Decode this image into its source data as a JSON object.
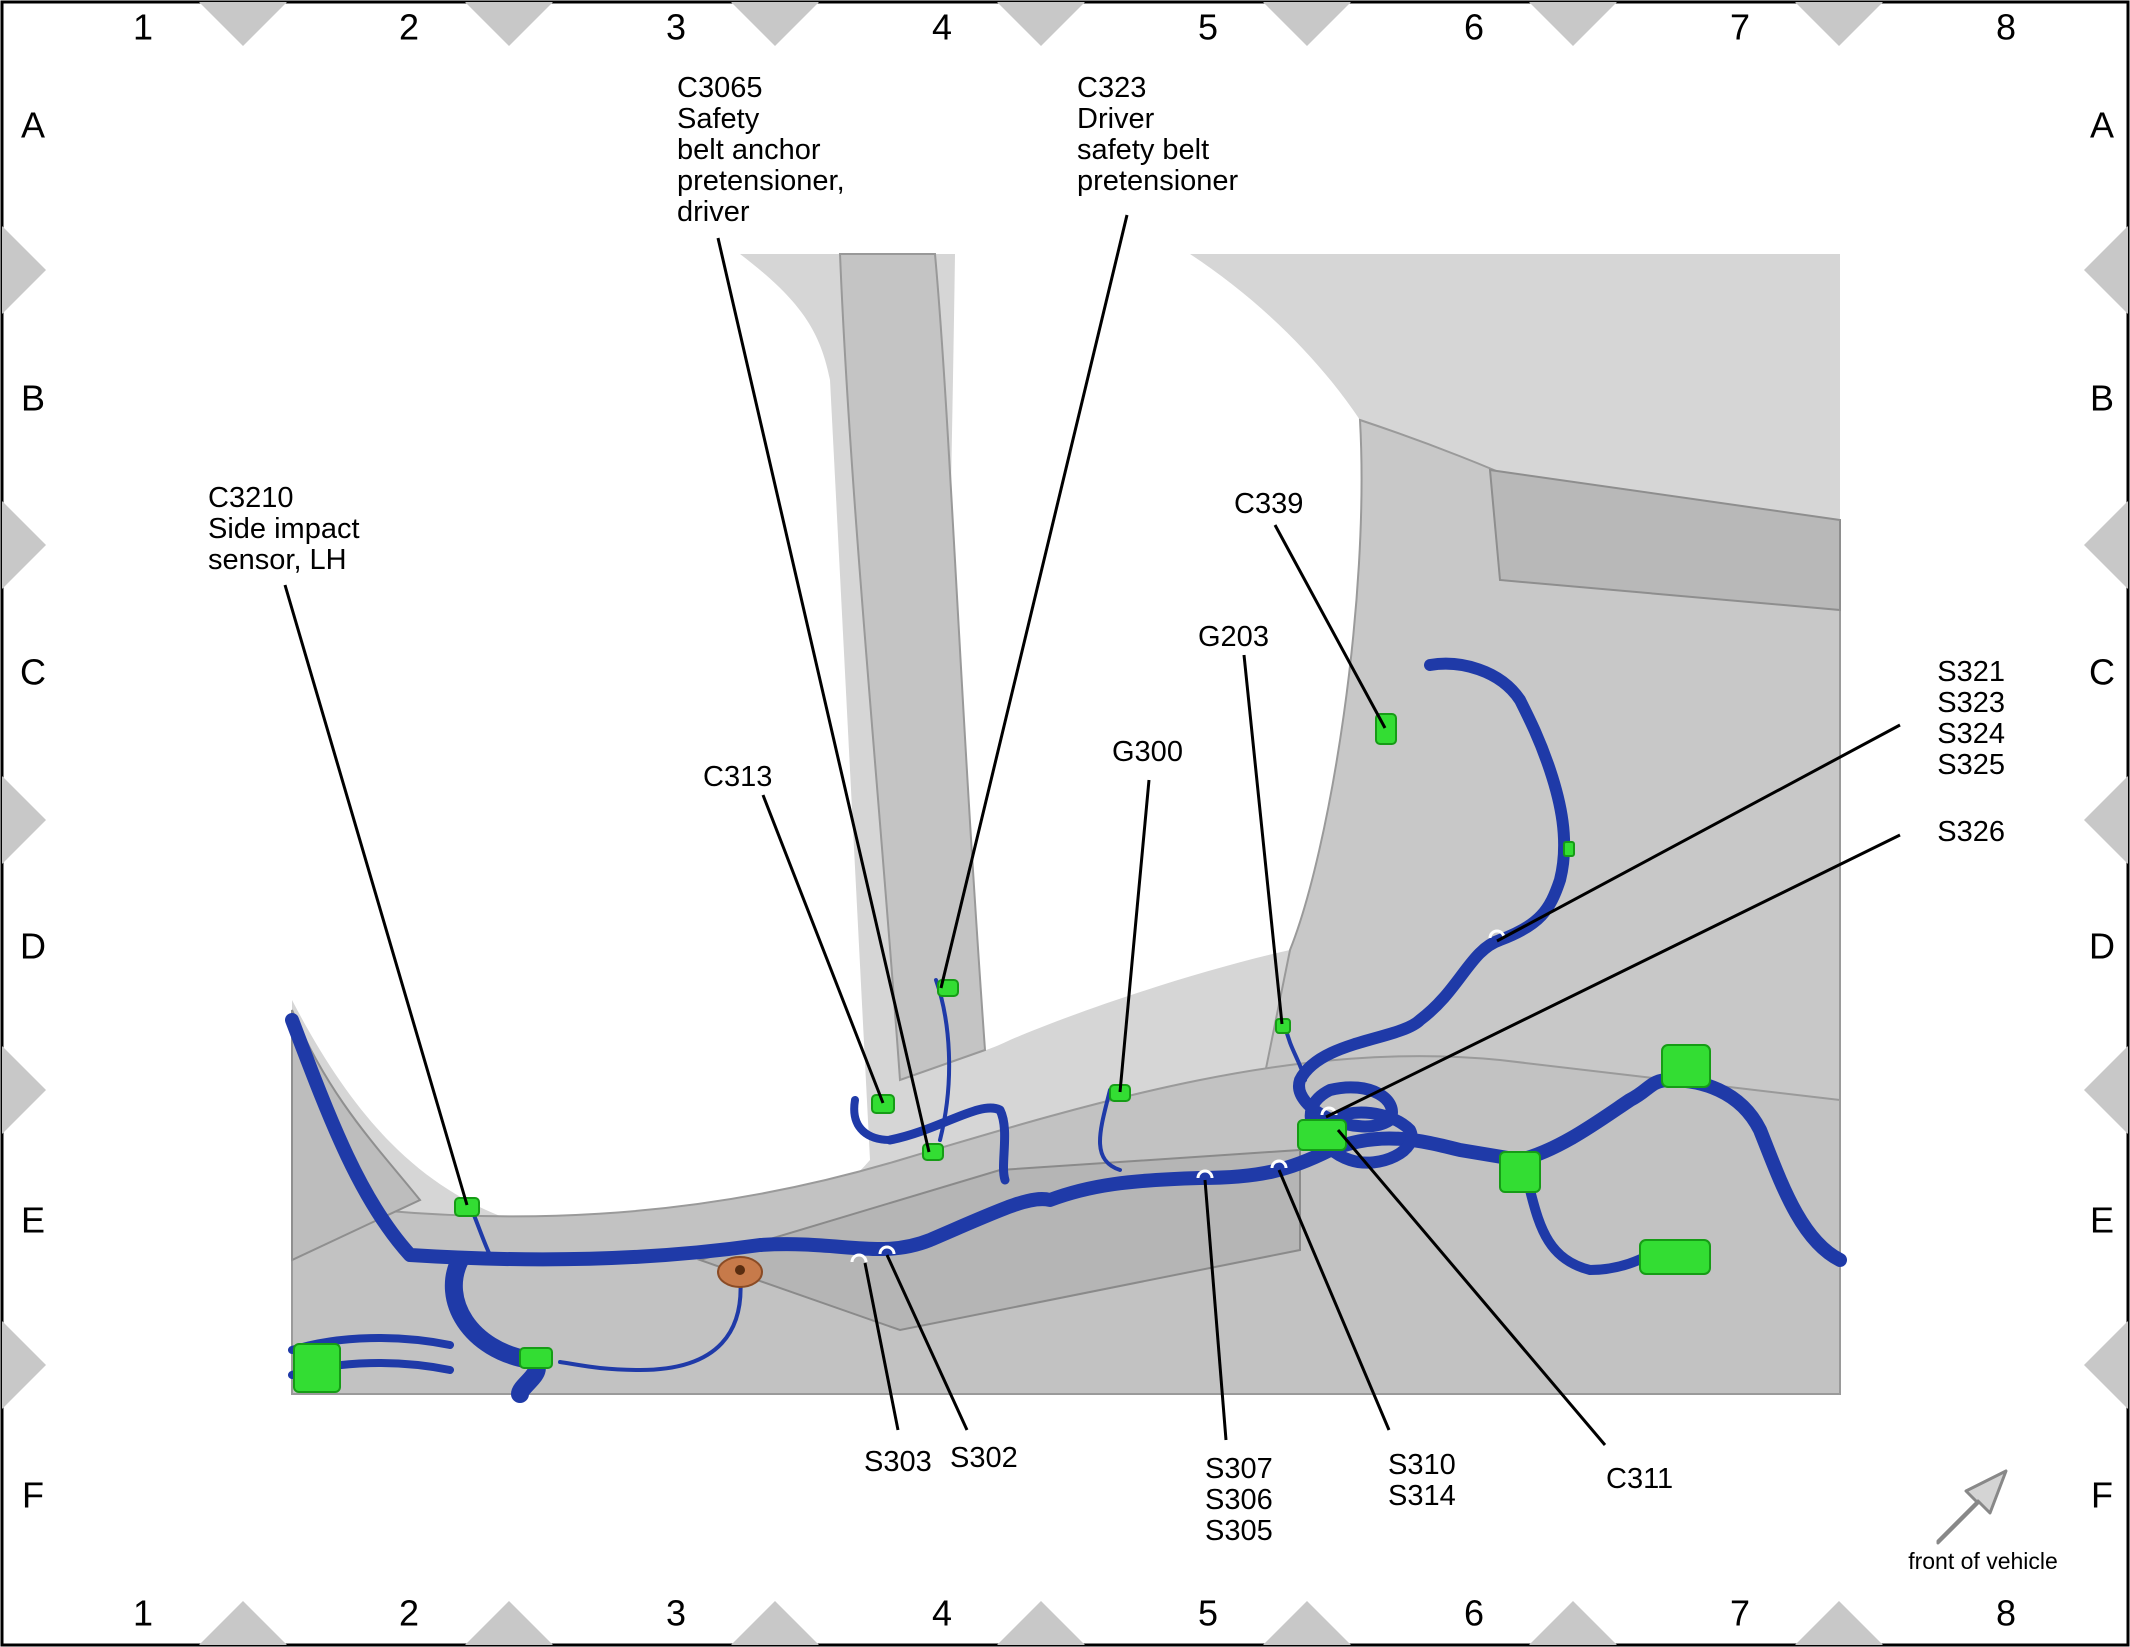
{
  "grid": {
    "columns": [
      "1",
      "2",
      "3",
      "4",
      "5",
      "6",
      "7",
      "8"
    ],
    "rows": [
      "A",
      "B",
      "C",
      "D",
      "E",
      "F"
    ]
  },
  "colors": {
    "harness": "#1f3aa8",
    "connector": "#33dd33",
    "ground_lug": "#c77a4a",
    "body_panel": "#d4d4d4",
    "grid_marker": "#c8c8c8"
  },
  "callouts": {
    "c3210": [
      "C3210",
      "Side impact",
      "sensor, LH"
    ],
    "c3065": [
      "C3065",
      "Safety",
      "belt anchor",
      "pretensioner,",
      "driver"
    ],
    "c323": [
      "C323",
      "Driver",
      "safety belt",
      "pretensioner"
    ],
    "c339": [
      "C339"
    ],
    "g203": [
      "G203"
    ],
    "c313": [
      "C313"
    ],
    "g300": [
      "G300"
    ],
    "s321_group": [
      "S321",
      "S323",
      "S324",
      "S325"
    ],
    "s326": [
      "S326"
    ],
    "s303": [
      "S303"
    ],
    "s302": [
      "S302"
    ],
    "s307_group": [
      "S307",
      "S306",
      "S305"
    ],
    "s310_group": [
      "S310",
      "S314"
    ],
    "c311": [
      "C311"
    ]
  },
  "orientation": {
    "label": "front of vehicle",
    "icon": "arrow-up-right-icon"
  }
}
